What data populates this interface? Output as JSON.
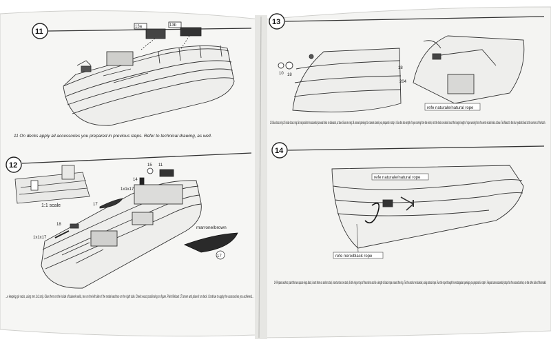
{
  "pages": {
    "left": {
      "step_11": {
        "number": "11",
        "caption": "11 On decks apply all accessories you prepared in previous steps. Refer to technical drawing, as well.",
        "part_labels": [
          "13a",
          "13b"
        ]
      },
      "step_12": {
        "number": "12",
        "scale_label": "1:1 scale",
        "part_labels": [
          "11",
          "15",
          "14",
          "1x1x17",
          "17",
          "18",
          "1x1x17",
          "17"
        ],
        "material_label": "marrone/brown",
        "caption": "...e keeping gin racks, using mm 1x1 strip. Glue them on the inside of bulwark walls, two on the left side of the model and two on the right side. Check exact positioning on figure. Paint lifeboat 17 brown and place it on deck. Continue to apply the accessories you achieved..."
      }
    },
    "right": {
      "step_13": {
        "number": "13",
        "part_labels": [
          "10",
          "18",
          "18",
          "204"
        ],
        "rope_label": "refe naturale/natural rope",
        "caption": "13 Glue brass ring 10 inside brass ring 18 and position the assembly around holes on bulwarks, at bow. Glue one ring 18 around openings for cannon barrels you prepared in step 4. Glue the two length of rope running from the winch, into the holes on deck. Insert the longer length of rope running from the winch inside holes at bow. Tie lifeboat to the four eyebolts fixed at the corners of the hatch."
      },
      "step_14": {
        "number": "14",
        "rope_label_natural": "refe naturale/natural rope",
        "rope_label_black": "refe nero/black rope",
        "caption": "14 Prepare anchors: paint the two square rings black, insert them on anchor stock, insert anchor on stock, fix the ring on top of the anchor and tie a length of black rope around the ring. Tie the anchor on bulwark, using natural rope. Run the rope through the rectangular openings you prepared in step 4. Repeat same assembly steps for the second anchor, on the other side of the model."
      }
    }
  }
}
